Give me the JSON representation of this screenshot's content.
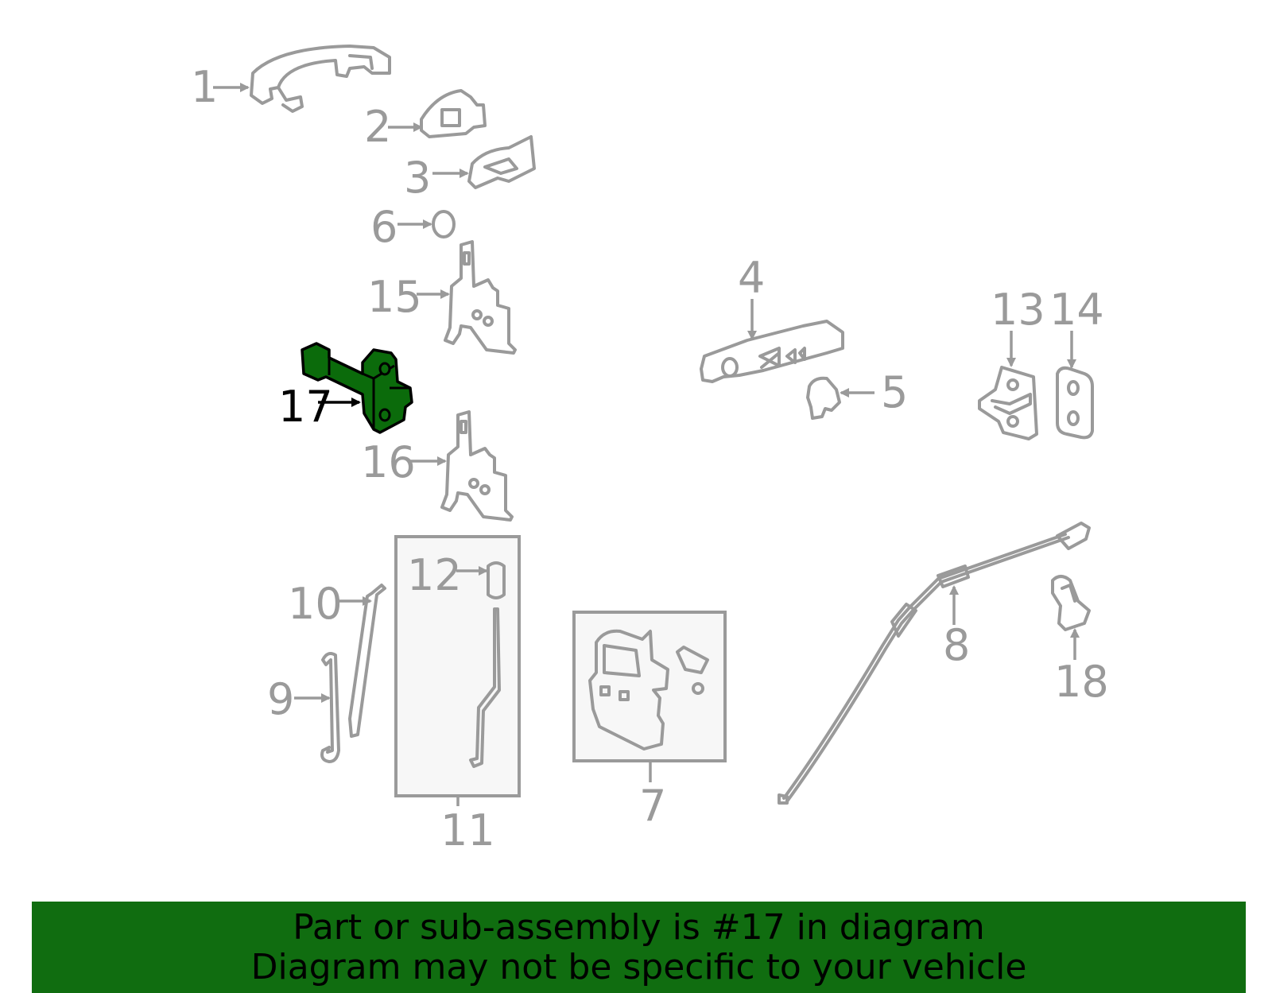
{
  "diagram": {
    "highlight_color": "#0b6b0b",
    "line_color": "#9a9a9a",
    "callouts": [
      {
        "id": "1",
        "label": "1"
      },
      {
        "id": "2",
        "label": "2"
      },
      {
        "id": "3",
        "label": "3"
      },
      {
        "id": "4",
        "label": "4"
      },
      {
        "id": "5",
        "label": "5"
      },
      {
        "id": "6",
        "label": "6"
      },
      {
        "id": "7",
        "label": "7"
      },
      {
        "id": "8",
        "label": "8"
      },
      {
        "id": "9",
        "label": "9"
      },
      {
        "id": "10",
        "label": "10"
      },
      {
        "id": "11",
        "label": "11"
      },
      {
        "id": "12",
        "label": "12"
      },
      {
        "id": "13",
        "label": "13"
      },
      {
        "id": "14",
        "label": "14"
      },
      {
        "id": "15",
        "label": "15"
      },
      {
        "id": "16",
        "label": "16"
      },
      {
        "id": "17",
        "label": "17",
        "highlighted": true
      },
      {
        "id": "18",
        "label": "18"
      }
    ]
  },
  "banner": {
    "line1": "Part or sub-assembly is #17 in diagram",
    "line2": "Diagram may not be specific to your vehicle",
    "background": "#106d10"
  }
}
